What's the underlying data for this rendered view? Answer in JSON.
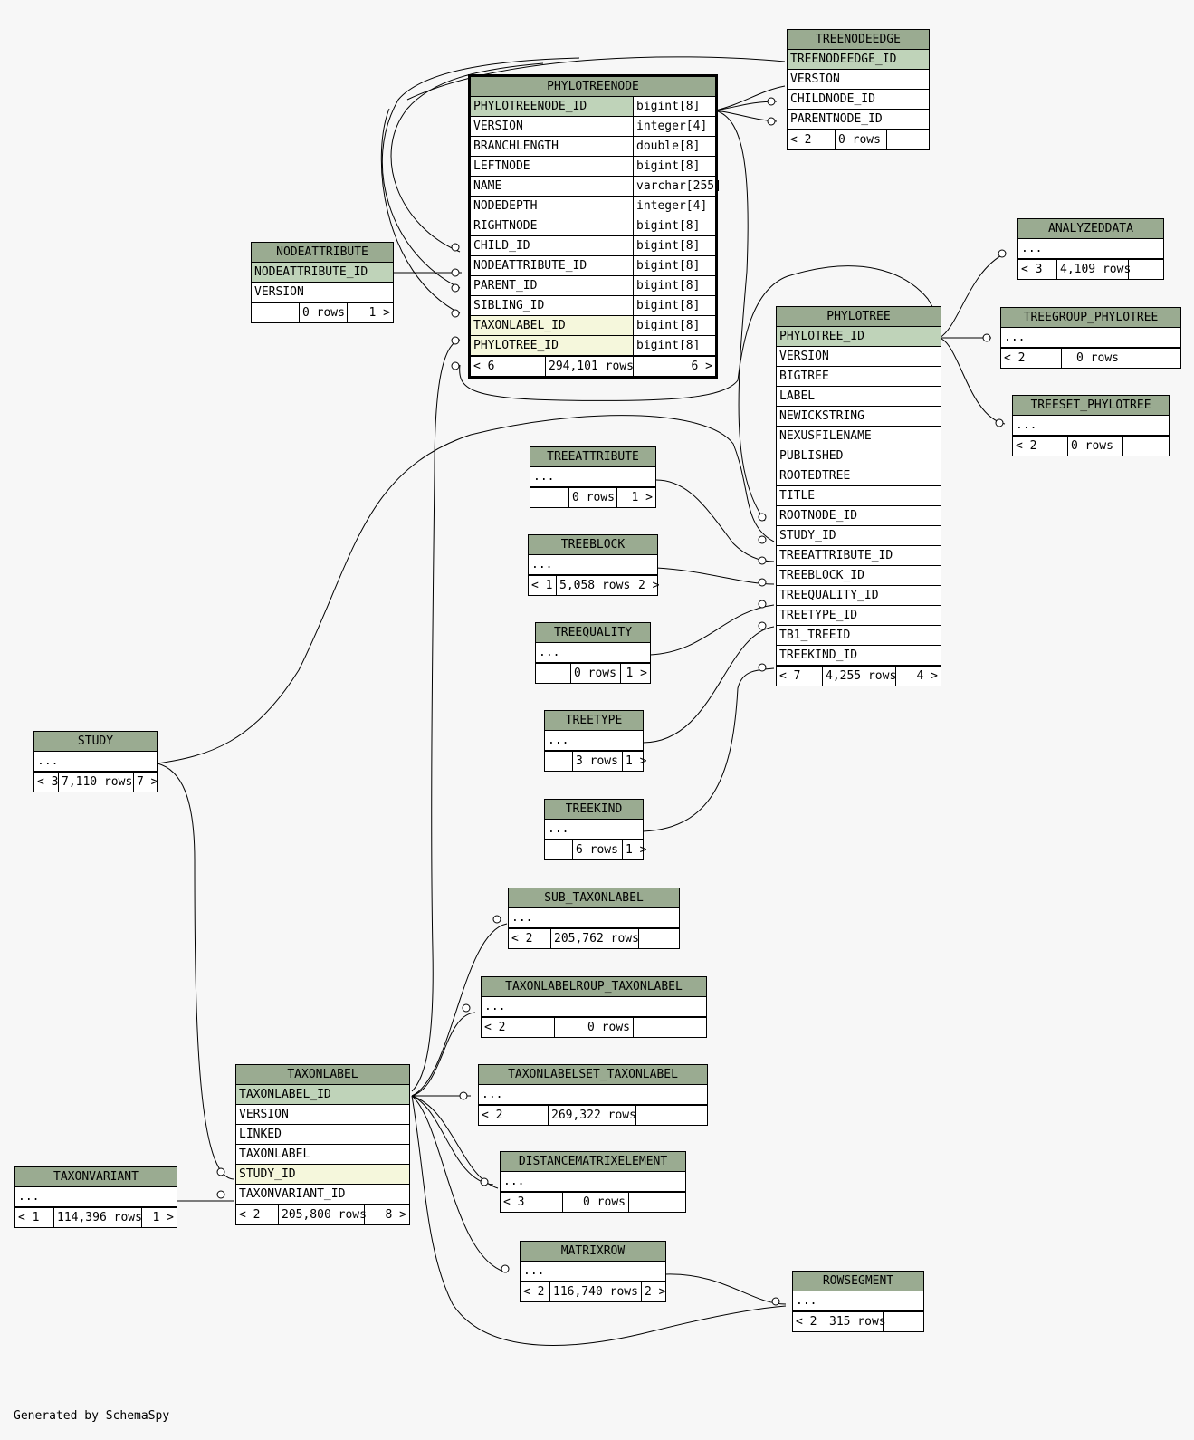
{
  "footer": "Generated by SchemaSpy",
  "tables": {
    "treenodeedge": {
      "title": "TREENODEEDGE",
      "rows": [
        {
          "t": "TREENODEEDGE_ID",
          "k": "pk"
        },
        {
          "t": "VERSION"
        },
        {
          "t": "CHILDNODE_ID"
        },
        {
          "t": "PARENTNODE_ID"
        }
      ],
      "foot": [
        "< 2",
        "0 rows",
        ""
      ]
    },
    "phylotreenode": {
      "title": "PHYLOTREENODE",
      "rows": [
        {
          "t": "PHYLOTREENODE_ID",
          "k": "pk",
          "ty": "bigint[8]"
        },
        {
          "t": "VERSION",
          "ty": "integer[4]"
        },
        {
          "t": "BRANCHLENGTH",
          "ty": "double[8]"
        },
        {
          "t": "LEFTNODE",
          "ty": "bigint[8]"
        },
        {
          "t": "NAME",
          "ty": "varchar[255]"
        },
        {
          "t": "NODEDEPTH",
          "ty": "integer[4]"
        },
        {
          "t": "RIGHTNODE",
          "ty": "bigint[8]"
        },
        {
          "t": "CHILD_ID",
          "ty": "bigint[8]"
        },
        {
          "t": "NODEATTRIBUTE_ID",
          "ty": "bigint[8]"
        },
        {
          "t": "PARENT_ID",
          "ty": "bigint[8]"
        },
        {
          "t": "SIBLING_ID",
          "ty": "bigint[8]"
        },
        {
          "t": "TAXONLABEL_ID",
          "k": "fk",
          "ty": "bigint[8]"
        },
        {
          "t": "PHYLOTREE_ID",
          "k": "fk",
          "ty": "bigint[8]"
        }
      ],
      "foot": [
        "< 6",
        "294,101 rows",
        "6 >"
      ]
    },
    "nodeattribute": {
      "title": "NODEATTRIBUTE",
      "rows": [
        {
          "t": "NODEATTRIBUTE_ID",
          "k": "pk"
        },
        {
          "t": "VERSION"
        }
      ],
      "foot": [
        "",
        "0 rows",
        "1 >"
      ]
    },
    "analyzeddata": {
      "title": "ANALYZEDDATA",
      "rows": [
        {
          "t": "..."
        }
      ],
      "foot": [
        "< 3",
        "4,109 rows",
        ""
      ]
    },
    "treegroup": {
      "title": "TREEGROUP_PHYLOTREE",
      "rows": [
        {
          "t": "..."
        }
      ],
      "foot": [
        "< 2",
        "0 rows",
        ""
      ]
    },
    "treeset": {
      "title": "TREESET_PHYLOTREE",
      "rows": [
        {
          "t": "..."
        }
      ],
      "foot": [
        "< 2",
        "0 rows",
        ""
      ]
    },
    "phylotree": {
      "title": "PHYLOTREE",
      "rows": [
        {
          "t": "PHYLOTREE_ID",
          "k": "pk"
        },
        {
          "t": "VERSION"
        },
        {
          "t": "BIGTREE"
        },
        {
          "t": "LABEL"
        },
        {
          "t": "NEWICKSTRING"
        },
        {
          "t": "NEXUSFILENAME"
        },
        {
          "t": "PUBLISHED"
        },
        {
          "t": "ROOTEDTREE"
        },
        {
          "t": "TITLE"
        },
        {
          "t": "ROOTNODE_ID"
        },
        {
          "t": "STUDY_ID"
        },
        {
          "t": "TREEATTRIBUTE_ID"
        },
        {
          "t": "TREEBLOCK_ID"
        },
        {
          "t": "TREEQUALITY_ID"
        },
        {
          "t": "TREETYPE_ID"
        },
        {
          "t": "TB1_TREEID"
        },
        {
          "t": "TREEKIND_ID"
        }
      ],
      "foot": [
        "< 7",
        "4,255 rows",
        "4 >"
      ]
    },
    "treeattribute": {
      "title": "TREEATTRIBUTE",
      "rows": [
        {
          "t": "..."
        }
      ],
      "foot": [
        "",
        "0 rows",
        "1 >"
      ]
    },
    "treeblock": {
      "title": "TREEBLOCK",
      "rows": [
        {
          "t": "..."
        }
      ],
      "foot": [
        "< 1",
        "5,058 rows",
        "2 >"
      ]
    },
    "treequality": {
      "title": "TREEQUALITY",
      "rows": [
        {
          "t": "..."
        }
      ],
      "foot": [
        "",
        "0 rows",
        "1 >"
      ]
    },
    "treetype": {
      "title": "TREETYPE",
      "rows": [
        {
          "t": "..."
        }
      ],
      "foot": [
        "",
        "3 rows",
        "1 >"
      ]
    },
    "treekind": {
      "title": "TREEKIND",
      "rows": [
        {
          "t": "..."
        }
      ],
      "foot": [
        "",
        "6 rows",
        "1 >"
      ]
    },
    "study": {
      "title": "STUDY",
      "rows": [
        {
          "t": "..."
        }
      ],
      "foot": [
        "< 3",
        "7,110 rows",
        "7 >"
      ]
    },
    "subtaxonlabel": {
      "title": "SUB_TAXONLABEL",
      "rows": [
        {
          "t": "..."
        }
      ],
      "foot": [
        "< 2",
        "205,762 rows",
        ""
      ]
    },
    "taxonlabelgroup": {
      "title": "TAXONLABELROUP_TAXONLABEL",
      "rows": [
        {
          "t": "..."
        }
      ],
      "foot": [
        "< 2",
        "0 rows",
        ""
      ]
    },
    "taxonlabelset": {
      "title": "TAXONLABELSET_TAXONLABEL",
      "rows": [
        {
          "t": "..."
        }
      ],
      "foot": [
        "< 2",
        "269,322 rows",
        ""
      ]
    },
    "taxonlabel": {
      "title": "TAXONLABEL",
      "rows": [
        {
          "t": "TAXONLABEL_ID",
          "k": "pk"
        },
        {
          "t": "VERSION"
        },
        {
          "t": "LINKED"
        },
        {
          "t": "TAXONLABEL"
        },
        {
          "t": "STUDY_ID",
          "k": "fk"
        },
        {
          "t": "TAXONVARIANT_ID"
        }
      ],
      "foot": [
        "< 2",
        "205,800 rows",
        "8 >"
      ]
    },
    "distancematrix": {
      "title": "DISTANCEMATRIXELEMENT",
      "rows": [
        {
          "t": "..."
        }
      ],
      "foot": [
        "< 3",
        "0 rows",
        ""
      ]
    },
    "taxonvariant": {
      "title": "TAXONVARIANT",
      "rows": [
        {
          "t": "..."
        }
      ],
      "foot": [
        "< 1",
        "114,396 rows",
        "1 >"
      ]
    },
    "matrixrow": {
      "title": "MATRIXROW",
      "rows": [
        {
          "t": "..."
        }
      ],
      "foot": [
        "< 2",
        "116,740 rows",
        "2 >"
      ]
    },
    "rowsegment": {
      "title": "ROWSEGMENT",
      "rows": [
        {
          "t": "..."
        }
      ],
      "foot": [
        "< 2",
        "315 rows",
        ""
      ]
    }
  }
}
